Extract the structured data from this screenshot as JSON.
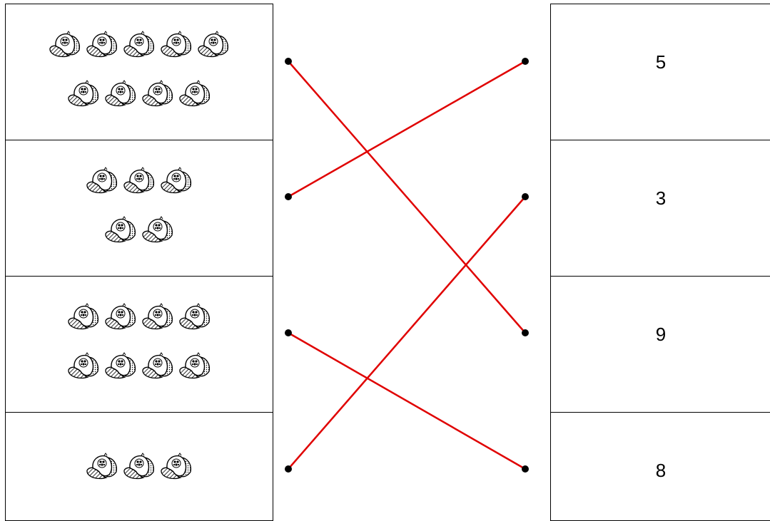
{
  "left_boxes": [
    {
      "rows": [
        5,
        4
      ],
      "count": 9
    },
    {
      "rows": [
        3,
        2
      ],
      "count": 5
    },
    {
      "rows": [
        4,
        4
      ],
      "count": 8
    },
    {
      "rows": [
        3
      ],
      "count": 3
    }
  ],
  "right_boxes": [
    "5",
    "3",
    "9",
    "8"
  ],
  "connections": [
    [
      0,
      2
    ],
    [
      1,
      0
    ],
    [
      2,
      3
    ],
    [
      3,
      1
    ]
  ],
  "colors": {
    "line": "#e00000",
    "dot": "#000000",
    "border": "#000000"
  },
  "icon": "baseball-cap-icon"
}
